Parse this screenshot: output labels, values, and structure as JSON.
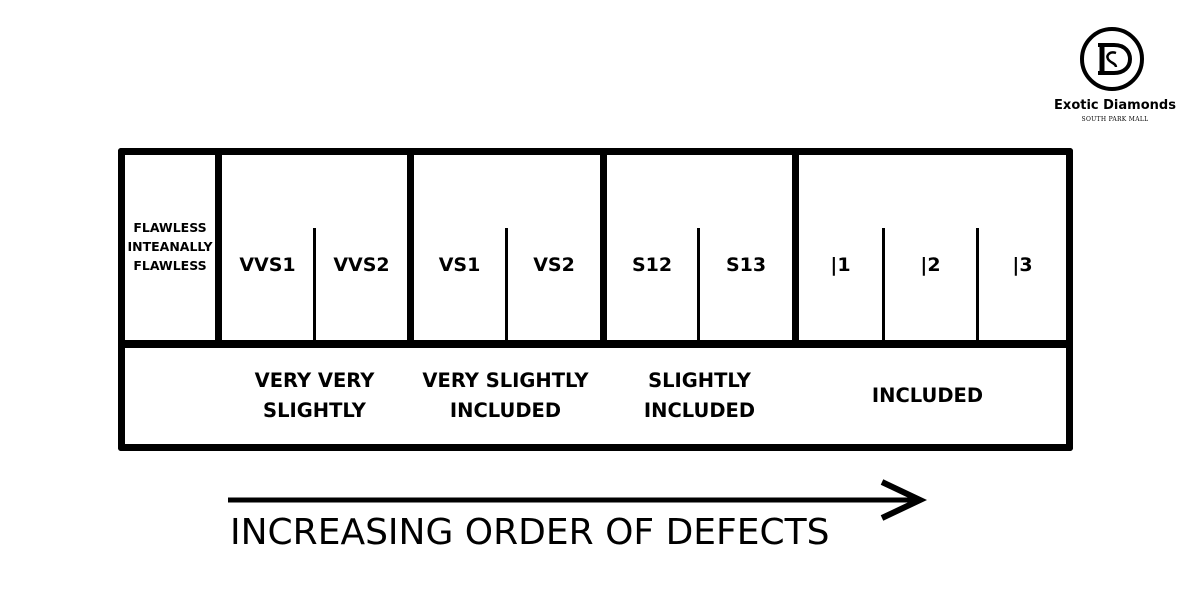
{
  "brand": {
    "name": "Exotic Diamonds",
    "location": "SOUTH PARK MALL"
  },
  "grades": {
    "flawless_line1": "FLAWLESS",
    "flawless_line2": "INTEANALLY",
    "flawless_line3": "FLAWLESS",
    "vvs1": "VVS1",
    "vvs2": "VVS2",
    "vs1": "VS1",
    "vs2": "VS2",
    "si2": "S12",
    "si3": "S13",
    "i1": "|1",
    "i2": "|2",
    "i3": "|3"
  },
  "categories": {
    "vvs_line1": "VERY VERY",
    "vvs_line2": "SLIGHTLY",
    "vs_line1": "VERY SLIGHTLY",
    "vs_line2": "INCLUDED",
    "si_line1": "SLIGHTLY",
    "si_line2": "INCLUDED",
    "included": "INCLUDED"
  },
  "arrow_caption": "INCREASING ORDER OF DEFECTS"
}
